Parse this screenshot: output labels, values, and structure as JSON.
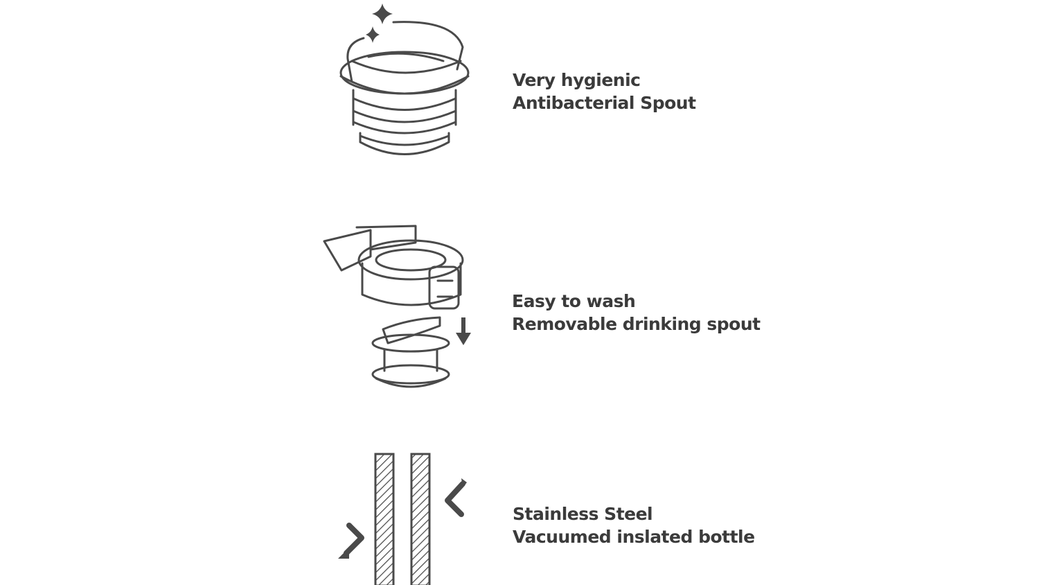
{
  "features": [
    {
      "title": "Very hygienic",
      "subtitle": "Antibacterial Spout",
      "icon": "spout-cap-sparkle-icon"
    },
    {
      "title": "Easy to wash",
      "subtitle": "Removable drinking spout",
      "icon": "removable-spout-icon"
    },
    {
      "title": "Stainless Steel",
      "subtitle": "Vacuumed inslated bottle",
      "icon": "insulated-wall-icon"
    }
  ],
  "colors": {
    "text": "#3b3b3b",
    "line": "#4a4a4a"
  }
}
